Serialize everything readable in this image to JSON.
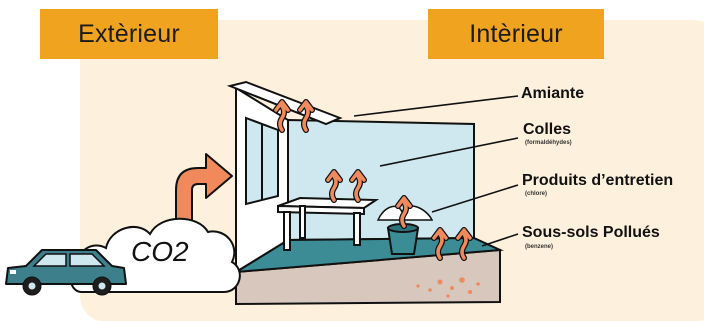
{
  "tags": {
    "exterior": "Extèrieur",
    "interior": "Intèrieur"
  },
  "co2": "CO2",
  "pollutants": [
    {
      "name": "Amiante",
      "detail": ""
    },
    {
      "name": "Colles",
      "detail": "(formaldéhydes)"
    },
    {
      "name": "Produits d’entretien",
      "detail": "(chlore)"
    },
    {
      "name": "Sous-sols Pollués",
      "detail": "(benzene)"
    }
  ],
  "colors": {
    "background_panel": "#FDF1DE",
    "tag": "#F0A31E",
    "wall": "#CFE8EF",
    "floor": "#3B8C94",
    "ground": "#D8C7BD",
    "arrow": "#F08A5D",
    "car": "#3E7F8C"
  }
}
